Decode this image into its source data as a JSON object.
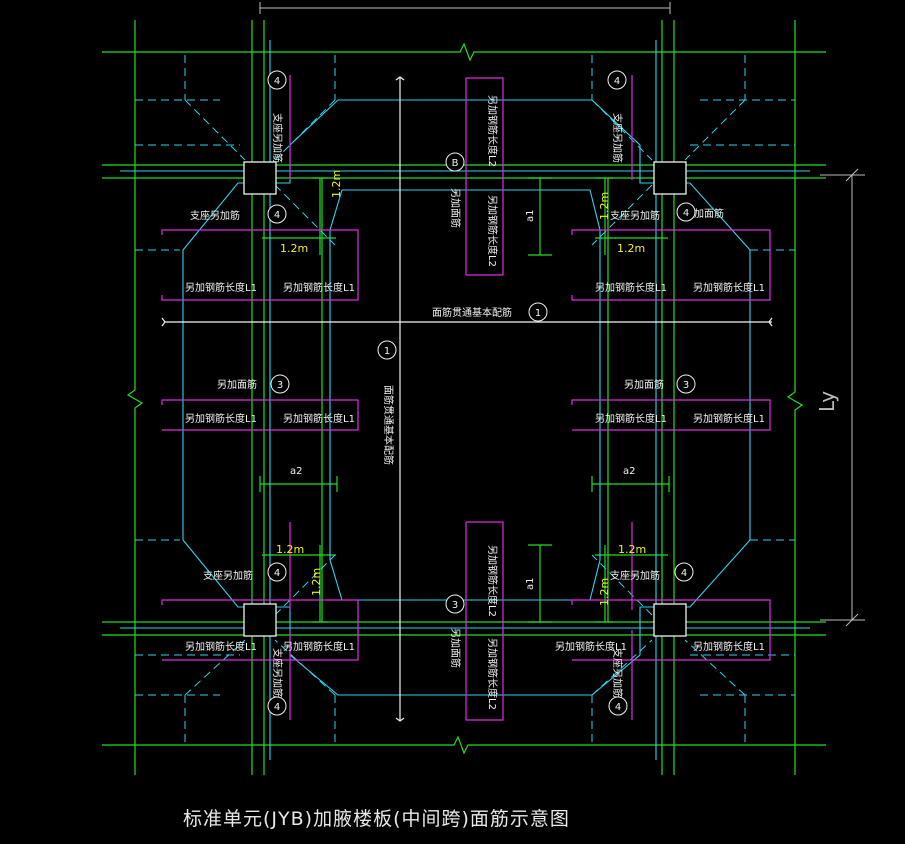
{
  "title": "标准单元(JYB)加腋楼板(中间跨)面筋示意图",
  "colors": {
    "background": "#000000",
    "grid": "#1fe01f",
    "cyan": "#2ad4f0",
    "magenta": "#e02ce0",
    "white": "#f2f2f2",
    "yellow": "#f2f21c",
    "gray": "#bdbdbd"
  },
  "labels": {
    "support_extra": "支座另加筋",
    "extra_top": "另加面筋",
    "extra_len1": "另加钢筋长度L1",
    "extra_len2": "另加钢筋长度L2",
    "through_basic": "面筋贯通基本配筋",
    "len_1_2m": "1.2m",
    "a1": "a1",
    "a2": "a2",
    "ly": "Ly"
  },
  "markers": {
    "m1": "1",
    "m3": "3",
    "m4": "4",
    "mB": "B"
  }
}
